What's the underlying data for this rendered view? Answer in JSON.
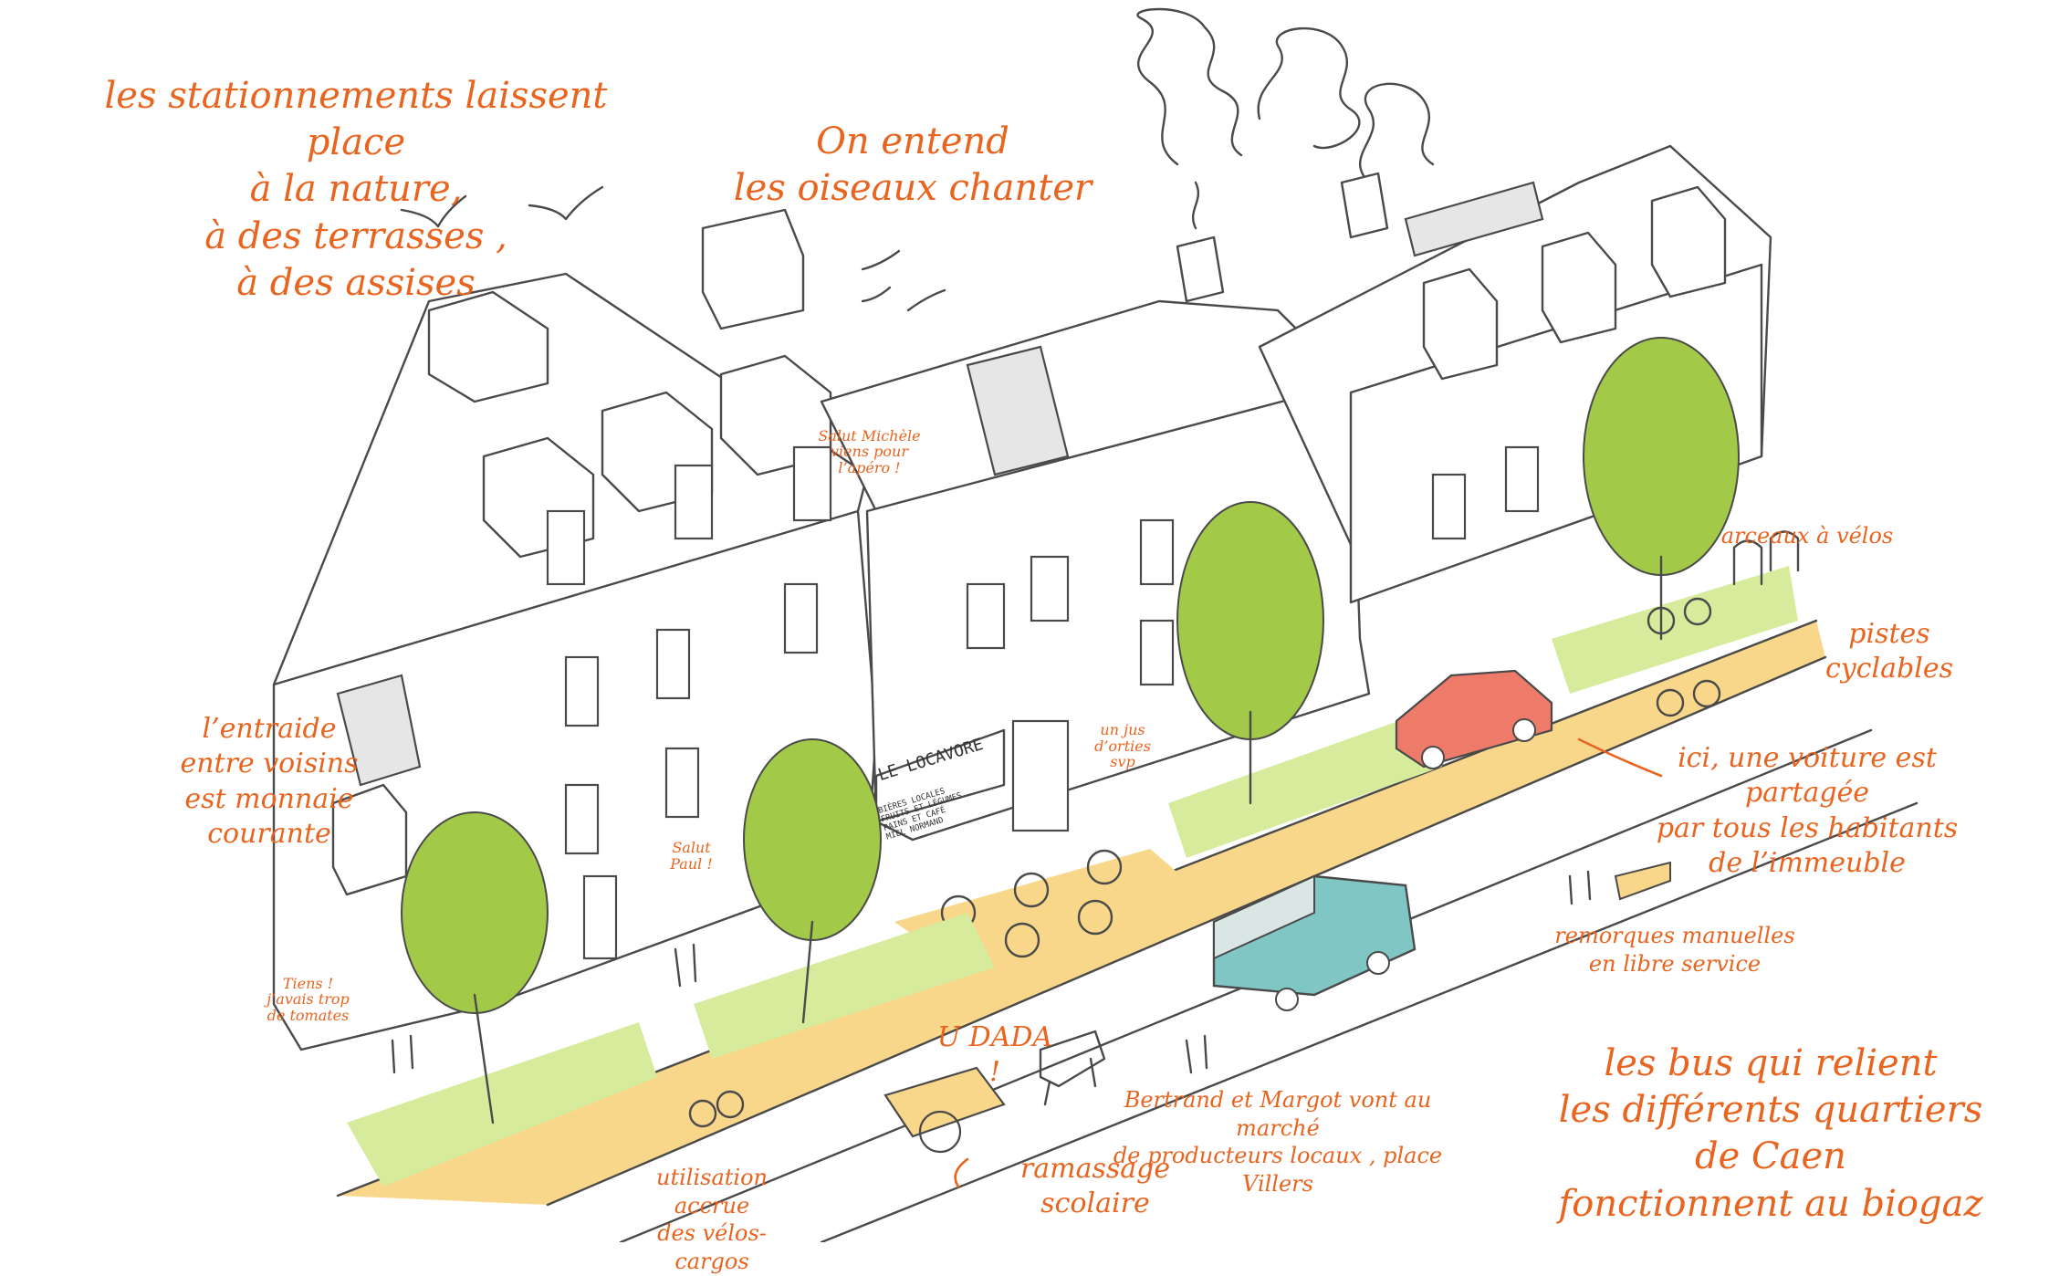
{
  "annotations": {
    "parking": "les stationnements  laissent place\nà la nature,\nà des terrasses ,\nà des assises",
    "birds": "On entend\nles oiseaux chanter",
    "mutual_aid": "l’entraide\nentre voisins\nest monnaie\ncourante",
    "bike_racks": "arceaux à vélos",
    "bike_lanes": "pistes cyclables",
    "shared_car": "ici, une voiture est partagée\npar tous les habitants\nde l’immeuble",
    "carts": "remorques manuelles\nen libre service",
    "buses": "les bus qui relient\nles différents quartiers de Caen\nfonctionnent au biogaz",
    "market": "Bertrand et Margot vont au marché\nde producteurs locaux , place Villers",
    "school_pickup": "ramassage scolaire",
    "cargo_bikes": "utilisation accrue\ndes vélos-cargos",
    "u_dada": "U DADA !"
  },
  "speech_bubbles": {
    "michele": "Salut Michèle\nviens pour\nl’apéro !",
    "nettle": "un jus\nd’orties\nsvp",
    "paul": "Salut\nPaul !",
    "tomatoes": "Tiens !\nj’avais trop\nde tomates"
  },
  "shop": {
    "name": "LE LOCAVORE",
    "sign": "BIÈRES LOCALES\nFRUITS ET LÉGUMES\nPAINS ET CAFÉ\nMIEL NORMAND"
  },
  "colors": {
    "annotation": "#e8641f",
    "tree": "#a2c948",
    "path": "#f9d78a",
    "bus": "#7fc6c4",
    "car": "#ee7a6a",
    "solar": "#e6e6e6"
  }
}
